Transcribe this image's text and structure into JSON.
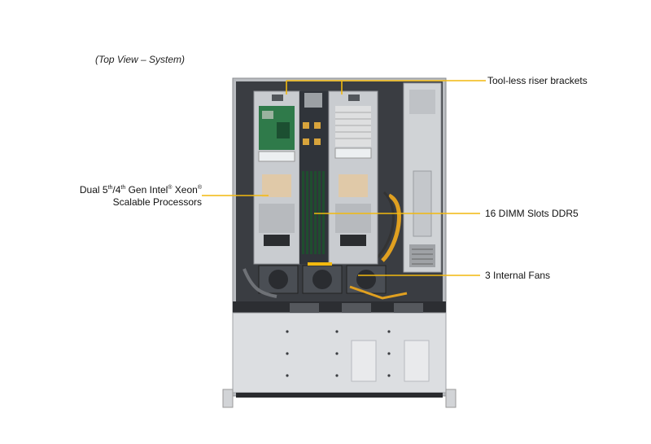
{
  "caption": "(Top View – System)",
  "callouts": {
    "riser_brackets": "Tool-less riser brackets",
    "processors": {
      "line1_a": "Dual 5",
      "line1_sup1": "th",
      "line1_b": "/4",
      "line1_sup2": "th",
      "line1_c": " Gen Intel",
      "line1_sup3": "®",
      "line1_d": " Xeon",
      "line1_sup4": "®",
      "line2": "Scalable Processors"
    },
    "dimm": "16 DIMM Slots DDR5",
    "fans": "3 Internal  Fans"
  },
  "colors": {
    "leader": "#f2b90f",
    "chassis": "#c9ccd0",
    "chassis_dark": "#3a3d42",
    "board": "#2f7a4a",
    "heatsink": "#d8d8d8"
  }
}
